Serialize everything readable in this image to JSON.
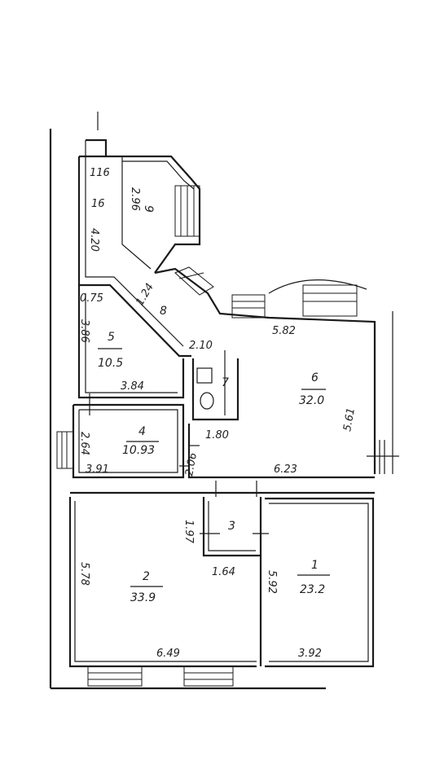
{
  "rooms": [
    {
      "number": "1",
      "area": "23.2"
    },
    {
      "number": "2",
      "area": "33.9"
    },
    {
      "number": "3",
      "area": ""
    },
    {
      "number": "4",
      "area": "10.93"
    },
    {
      "number": "5",
      "area": "10.5"
    },
    {
      "number": "6",
      "area": "32.0"
    },
    {
      "number": "7",
      "area": ""
    },
    {
      "number": "8",
      "area": ""
    },
    {
      "number": "9",
      "area": ""
    }
  ],
  "dimensions": {
    "d_116": "116",
    "d_16": "16",
    "d_420": "4.20",
    "d_296": "2.96",
    "d_075": "0.75",
    "d_124": "1.24",
    "d_386": "3.86",
    "d_384": "3.84",
    "d_210": "2.10",
    "d_582": "5.82",
    "d_561": "5.61",
    "d_264": "2.64",
    "d_391": "3.91",
    "d_206": "2.06",
    "d_180": "1.80",
    "d_623": "6.23",
    "d_197": "1.97",
    "d_164": "1.64",
    "d_578": "5.78",
    "d_592": "5.92",
    "d_649": "6.49",
    "d_392": "3.92"
  }
}
